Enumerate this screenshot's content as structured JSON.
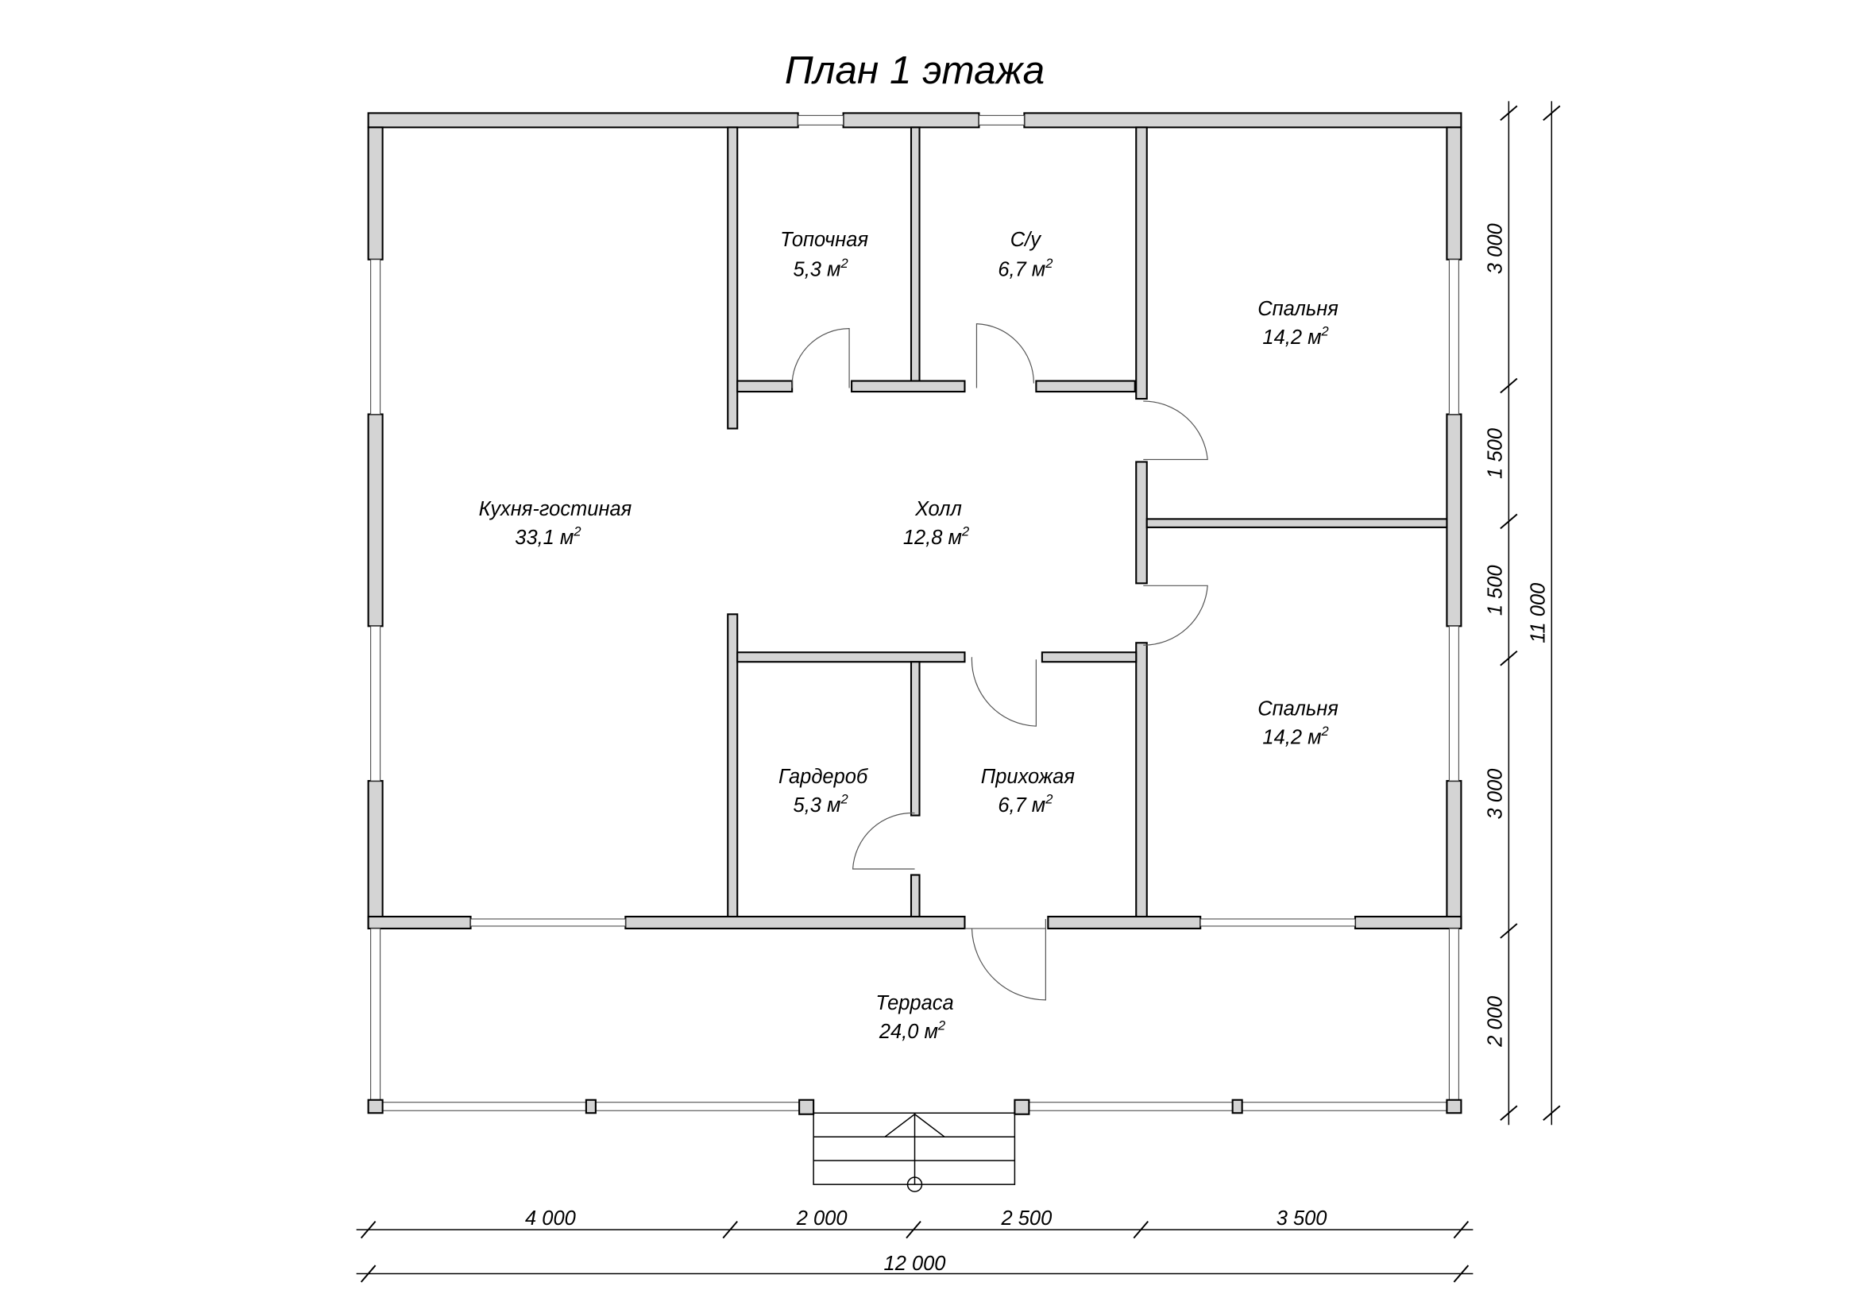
{
  "title": "План 1 этажа",
  "area_unit": "м",
  "area_exp": "2",
  "rooms": [
    {
      "name": "Кухня-гостиная",
      "area": "33,1"
    },
    {
      "name": "Топочная",
      "area": "5,3"
    },
    {
      "name": "С/у",
      "area": "6,7"
    },
    {
      "name": "Спальня",
      "area": "14,2"
    },
    {
      "name": "Холл",
      "area": "12,8"
    },
    {
      "name": "Спальня",
      "area": "14,2"
    },
    {
      "name": "Гардероб",
      "area": "5,3"
    },
    {
      "name": "Прихожая",
      "area": "6,7"
    },
    {
      "name": "Терраса",
      "area": "24,0"
    }
  ],
  "dimensions": {
    "bottom": [
      "4 000",
      "2 000",
      "2 500",
      "3 500"
    ],
    "bottom_total": "12 000",
    "right": [
      "3 000",
      "1 500",
      "1 500",
      "3 000",
      "2 000"
    ],
    "right_total": "11 000"
  }
}
